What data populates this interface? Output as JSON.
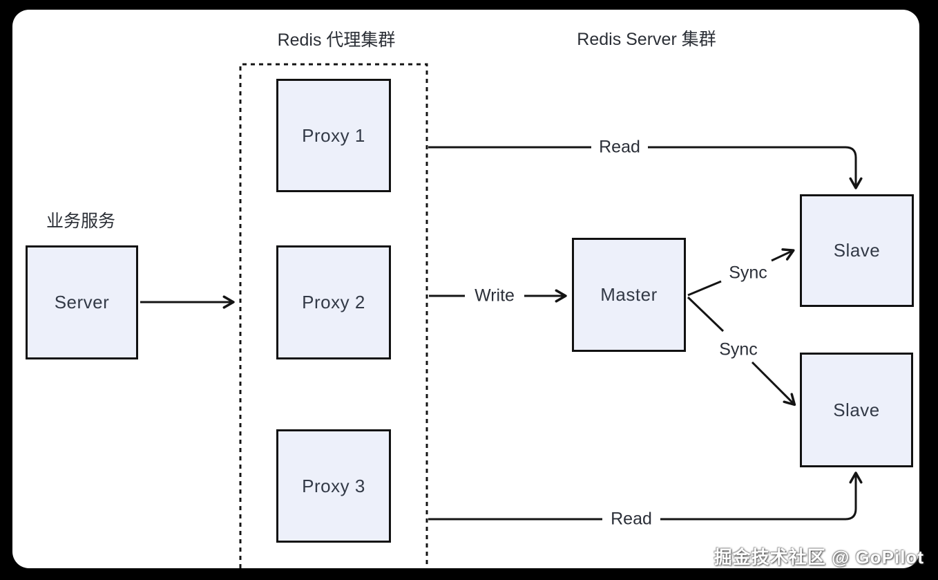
{
  "diagram": {
    "groups": {
      "business_label": "业务服务",
      "proxy_cluster_title": "Redis 代理集群",
      "server_cluster_title": "Redis Server 集群"
    },
    "nodes": {
      "server": "Server",
      "proxy1": "Proxy 1",
      "proxy2": "Proxy 2",
      "proxy3": "Proxy 3",
      "master": "Master",
      "slave_top": "Slave",
      "slave_bottom": "Slave"
    },
    "edges": {
      "read_top": "Read",
      "write": "Write",
      "sync_top": "Sync",
      "sync_bottom": "Sync",
      "read_bottom": "Read"
    },
    "colors": {
      "canvas_bg": "#000000",
      "card_bg": "#ffffff",
      "node_fill": "#edf0fa",
      "node_border": "#111111",
      "line": "#141414",
      "node_text": "#333a47",
      "title_text": "#2b2f36"
    }
  },
  "watermark": {
    "text": "掘金技术社区 @ GoPilot"
  }
}
